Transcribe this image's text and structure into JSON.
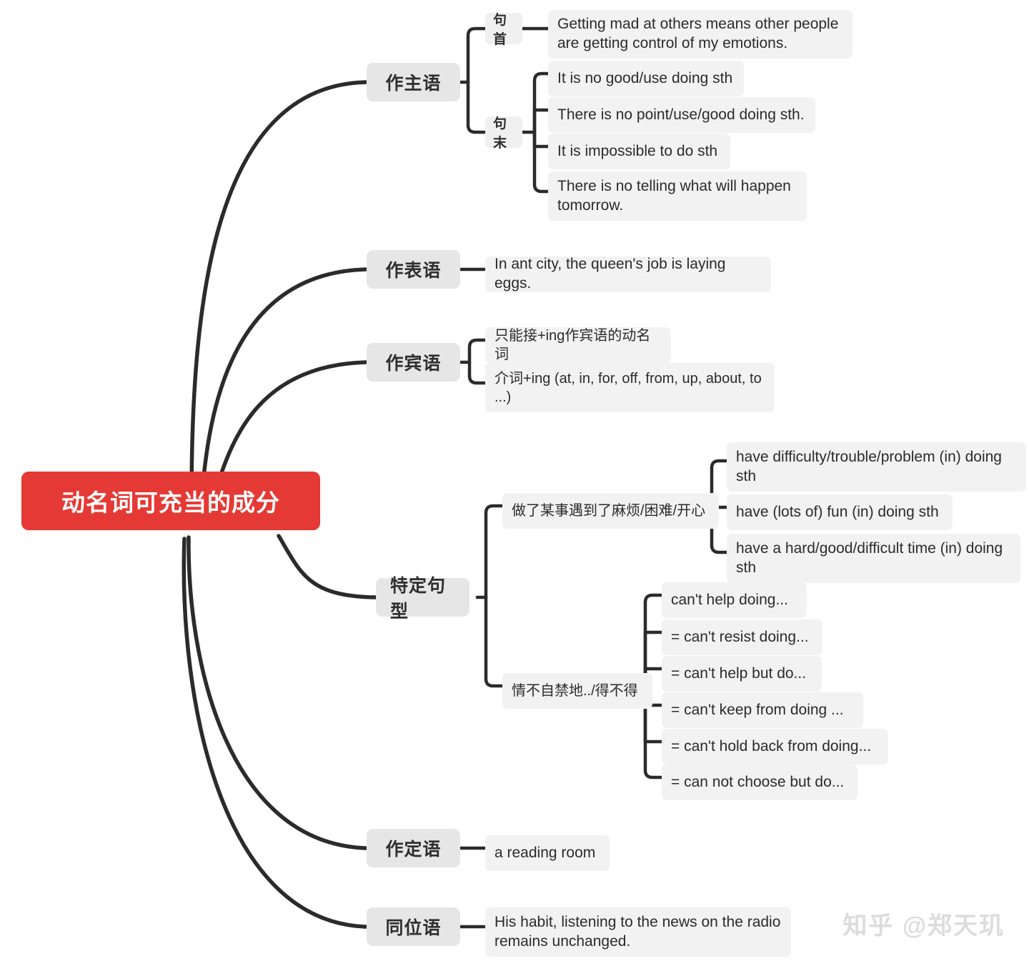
{
  "root": {
    "label": "动名词可充当的成分",
    "color": "#e53935"
  },
  "watermark": "知乎 @郑天玑",
  "branches": [
    {
      "label": "作主语",
      "children": [
        {
          "label": "句首",
          "leaves": [
            "Getting mad at others means other people are getting control of my emotions."
          ]
        },
        {
          "label": "句末",
          "leaves": [
            "It is no good/use doing sth",
            "There is no point/use/good doing sth.",
            "It is impossible to do sth",
            "There is no telling what will happen tomorrow."
          ]
        }
      ]
    },
    {
      "label": "作表语",
      "leaves": [
        "In ant city, the queen's job is laying eggs."
      ]
    },
    {
      "label": "作宾语",
      "leaves": [
        "只能接+ing作宾语的动名词",
        "介词+ing (at, in, for, off, from, up, about, to ...)"
      ]
    },
    {
      "label": "特定句型",
      "children": [
        {
          "label": "做了某事遇到了麻烦/困难/开心",
          "leaves": [
            "have difficulty/trouble/problem (in) doing sth",
            "have (lots of) fun (in) doing sth",
            "have a hard/good/difficult time (in) doing sth"
          ]
        },
        {
          "label": "情不自禁地../得不得",
          "leaves": [
            "can't help doing...",
            "= can't resist doing...",
            "= can't help but do...",
            "= can't keep from doing ...",
            "= can't hold back from doing...",
            "= can not choose but do..."
          ]
        }
      ]
    },
    {
      "label": "作定语",
      "leaves": [
        "a reading room"
      ]
    },
    {
      "label": "同位语",
      "leaves": [
        "His habit, listening to the news on the radio remains unchanged."
      ]
    }
  ]
}
